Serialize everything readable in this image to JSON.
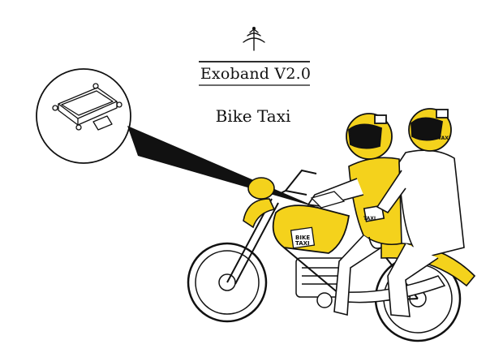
{
  "brand": {
    "title": "Exoband V2.0",
    "logo": "tree-of-life-emblem"
  },
  "caption": "Bike Taxi",
  "labels": {
    "bike_plate_line1": "BIKE",
    "bike_plate_line2": "TAXI",
    "vest_label": "TAXI",
    "helmet_label": "TAXI"
  },
  "colors": {
    "accent_yellow": "#f4d21c",
    "ink": "#111111",
    "background": "#ffffff"
  },
  "icons": {
    "device": "phone-holder-device-icon"
  }
}
